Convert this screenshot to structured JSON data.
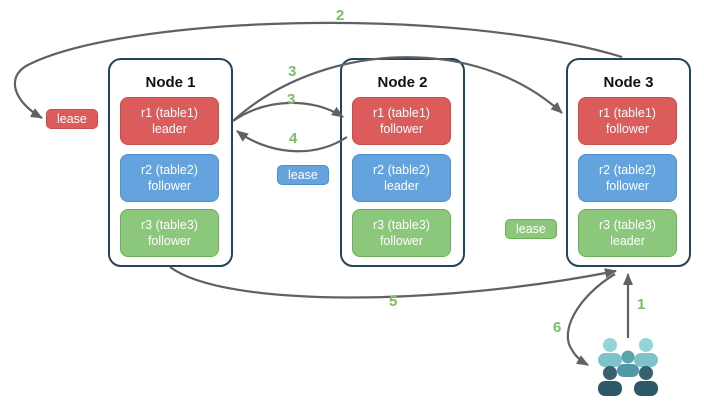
{
  "nodes": [
    {
      "title": "Node 1",
      "replicas": [
        {
          "name": "r1 (table1)",
          "role": "leader",
          "color": "red"
        },
        {
          "name": "r2 (table2)",
          "role": "follower",
          "color": "blue"
        },
        {
          "name": "r3 (table3)",
          "role": "follower",
          "color": "green"
        }
      ]
    },
    {
      "title": "Node 2",
      "replicas": [
        {
          "name": "r1 (table1)",
          "role": "follower",
          "color": "red"
        },
        {
          "name": "r2 (table2)",
          "role": "leader",
          "color": "blue"
        },
        {
          "name": "r3 (table3)",
          "role": "follower",
          "color": "green"
        }
      ]
    },
    {
      "title": "Node 3",
      "replicas": [
        {
          "name": "r1 (table1)",
          "role": "follower",
          "color": "red"
        },
        {
          "name": "r2 (table2)",
          "role": "follower",
          "color": "blue"
        },
        {
          "name": "r3 (table3)",
          "role": "leader",
          "color": "green"
        }
      ]
    }
  ],
  "leases": [
    {
      "label": "lease",
      "color": "red"
    },
    {
      "label": "lease",
      "color": "blue"
    },
    {
      "label": "lease",
      "color": "green"
    }
  ],
  "step_labels": [
    "2",
    "3",
    "3",
    "4",
    "5",
    "1",
    "6"
  ],
  "icons": {
    "users": "users-icon"
  },
  "colors": {
    "red_fill": "#dc5c5c",
    "red_border": "#c84c4c",
    "blue_fill": "#65a3de",
    "blue_border": "#4f8fcb",
    "green_fill": "#8cc87c",
    "green_border": "#6fae58",
    "node_border": "#23445d",
    "arrow": "#616161",
    "step_label": "#7cbd62",
    "users_light": "#7fc3ca",
    "users_mid": "#4f98a4",
    "users_dark": "#2d5868"
  }
}
